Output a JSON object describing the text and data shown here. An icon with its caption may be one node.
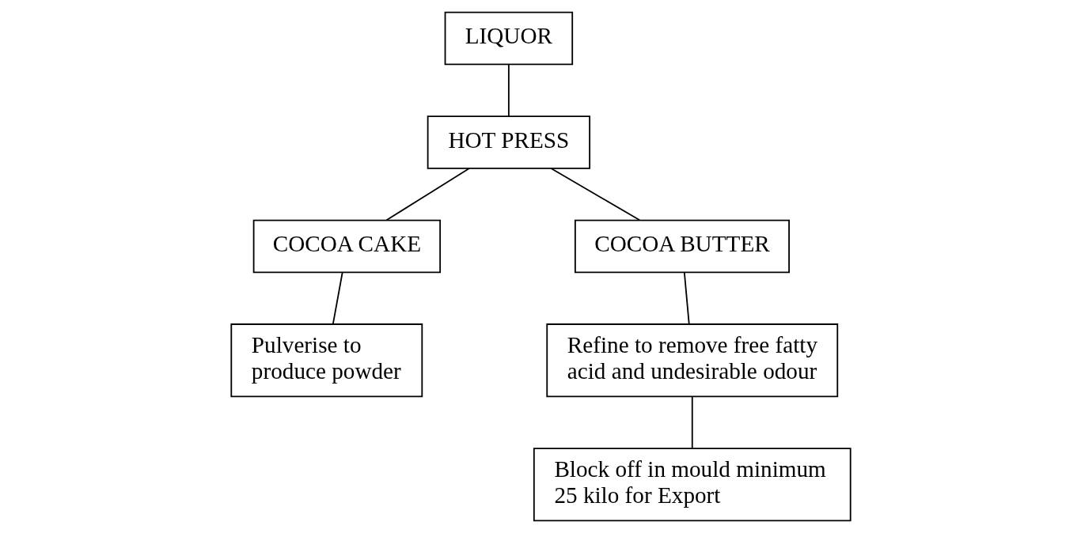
{
  "diagram": {
    "nodes": [
      {
        "text": [
          "LIQUOR"
        ]
      },
      {
        "text": [
          "HOT PRESS"
        ]
      },
      {
        "text": [
          "COCOA CAKE"
        ]
      },
      {
        "text": [
          "COCOA BUTTER"
        ]
      },
      {
        "text": [
          "Pulverise to produce powder"
        ]
      },
      {
        "text": [
          "Refine to remove free fatty acid and undesirable odour"
        ]
      },
      {
        "text": [
          "Block off in mould minimum 25 kilo for Export"
        ]
      }
    ],
    "edges": [
      {
        "from": 0,
        "to": 1,
        "arrow": "none"
      },
      {
        "from": 1,
        "to": 2,
        "arrow": "none"
      },
      {
        "from": 1,
        "to": 3,
        "arrow": "none"
      },
      {
        "from": 2,
        "to": 4,
        "arrow": "none"
      },
      {
        "from": 3,
        "to": 5,
        "arrow": "none"
      },
      {
        "from": 5,
        "to": 6,
        "arrow": "none"
      }
    ]
  }
}
